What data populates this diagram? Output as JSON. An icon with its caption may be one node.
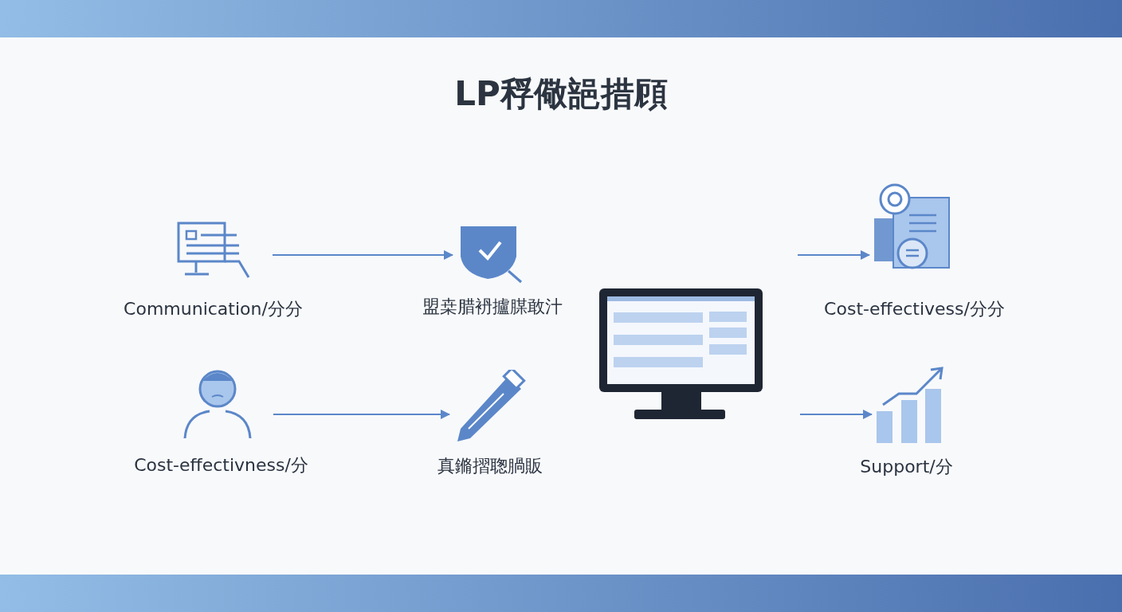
{
  "diagram": {
    "title": "LP稃儆郶措頋",
    "nodes": [
      {
        "text": [
          "Communication/分分"
        ]
      },
      {
        "text": [
          "盟桒腊袇攎腜敢汁"
        ]
      },
      {
        "text": [
          "Cost-effectivness/分"
        ]
      },
      {
        "text": [
          "真鏅摺聦腡販"
        ]
      },
      {
        "text": [],
        "shape": "picture"
      },
      {
        "text": [
          "Cost-effectivess/分分"
        ]
      },
      {
        "text": [
          "Support/分"
        ]
      }
    ],
    "edges": [
      {
        "from": 0,
        "to": 1,
        "arrow": "to"
      },
      {
        "from": 2,
        "to": 3,
        "arrow": "to"
      },
      {
        "from": null,
        "to": 5,
        "arrow": "to"
      },
      {
        "from": null,
        "to": 6,
        "arrow": "to"
      }
    ]
  }
}
